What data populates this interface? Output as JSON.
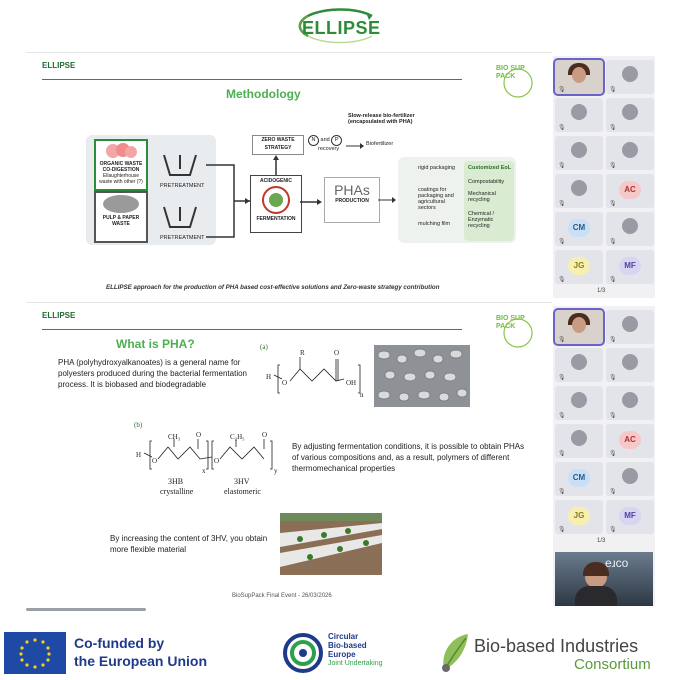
{
  "header": {
    "logo_text": "ELLIPSE"
  },
  "slide1": {
    "tag": "ELLIPSE",
    "title": "Methodology",
    "biosup": "BIO SUP PACK",
    "diagram": {
      "organic_waste": "ORGANIC WASTE CO-DIGESTION",
      "organic_sub": "Ellaughterhouse waste with other (?)",
      "pretreatment1": "PRETREATMENT",
      "pulp_paper": "PULP & PAPER WASTE",
      "pretreatment2": "PRETREATMENT",
      "zero_waste": "ZERO WASTE STRATEGY",
      "n_label": "N",
      "and_label": "and",
      "p_label": "P",
      "recovery": "recovery",
      "biofertilizer": "Biofertilizer",
      "slow_release": "Slow-release bio-fertilizer (encapsulated with PHA)",
      "acidogenic": "ACIDOGENIC",
      "fermentation": "FERMENTATION",
      "phas": "PHAs",
      "production": "PRODUCTION",
      "rigid_packaging": "rigid packaging",
      "coatings": "coatings for packaging and agricultural sectors",
      "mulching": "mulching film",
      "customized_eol": "Customized EoL",
      "eol_items": [
        "Compostability",
        "Mechanical recycling",
        "Chemical / Enzymatic recycling"
      ]
    },
    "caption": "ELLIPSE approach for the production of PHA based cost-effective solutions and Zero-waste strategy contribution"
  },
  "slide2": {
    "tag": "ELLIPSE",
    "title": "What is PHA?",
    "biosup": "BIO SUP PACK",
    "intro": "PHA (polyhydroxyalkanoates) is a general name for polyesters produced during the bacterial fermentation process. It is biobased and biodegradable",
    "label_a": "(a)",
    "label_b": "(b)",
    "chem_r": "R",
    "chem_h": "H",
    "chem_o": "O",
    "chem_oh": "OH",
    "chem_n": "n",
    "chem_ch3": "CH₃",
    "chem_c2h5": "C₂H₅",
    "chem_x": "x",
    "chem_y": "y",
    "hb_label": "3HB",
    "hb_sub": "crystalline",
    "hv_label": "3HV",
    "hv_sub": "elastomeric",
    "fermentation_text": "By adjusting fermentation conditions, it is possible to obtain PHAs of various compositions and, as a result, polymers of different thermomechanical properties",
    "hv_text": "By increasing the content of 3HV, you obtain more flexible material",
    "footer": "BioSupPack Final Event - 26/03/2026"
  },
  "participants_top": {
    "tiles": [
      {
        "type": "photo"
      },
      {
        "type": "avatar"
      },
      {
        "type": "avatar"
      },
      {
        "type": "avatar"
      },
      {
        "type": "avatar"
      },
      {
        "type": "avatar"
      },
      {
        "type": "avatar"
      },
      {
        "type": "initials",
        "text": "AC",
        "color": "#f6c9c9",
        "fg": "#b03030"
      },
      {
        "type": "initials",
        "text": "CM",
        "color": "#c9dff6",
        "fg": "#2d5a8a"
      },
      {
        "type": "avatar"
      },
      {
        "type": "initials",
        "text": "JG",
        "color": "#f6efb0",
        "fg": "#8a7a20"
      },
      {
        "type": "initials",
        "text": "MF",
        "color": "#d7d5f2",
        "fg": "#4a45a0"
      }
    ],
    "pager": "1/3"
  },
  "participants_bottom": {
    "tiles": [
      {
        "type": "photo"
      },
      {
        "type": "avatar"
      },
      {
        "type": "avatar"
      },
      {
        "type": "avatar"
      },
      {
        "type": "avatar"
      },
      {
        "type": "avatar"
      },
      {
        "type": "avatar"
      },
      {
        "type": "initials",
        "text": "AC",
        "color": "#f6c9c9",
        "fg": "#b03030"
      },
      {
        "type": "initials",
        "text": "CM",
        "color": "#c9dff6",
        "fg": "#2d5a8a"
      },
      {
        "type": "avatar"
      },
      {
        "type": "initials",
        "text": "JG",
        "color": "#f6efb0",
        "fg": "#8a7a20"
      },
      {
        "type": "initials",
        "text": "MF",
        "color": "#d7d5f2",
        "fg": "#4a45a0"
      }
    ],
    "pager": "1/3",
    "speaker_sign": "eɹco"
  },
  "footer_logos": {
    "eu_line1": "Co-funded by",
    "eu_line2": "the European Union",
    "cbe_line1": "Circular",
    "cbe_line2": "Bio-based",
    "cbe_line3": "Europe",
    "cbe_line4": "Joint Undertaking",
    "bbi_line1": "Bio-based Industries",
    "bbi_line2": "Consortium"
  }
}
